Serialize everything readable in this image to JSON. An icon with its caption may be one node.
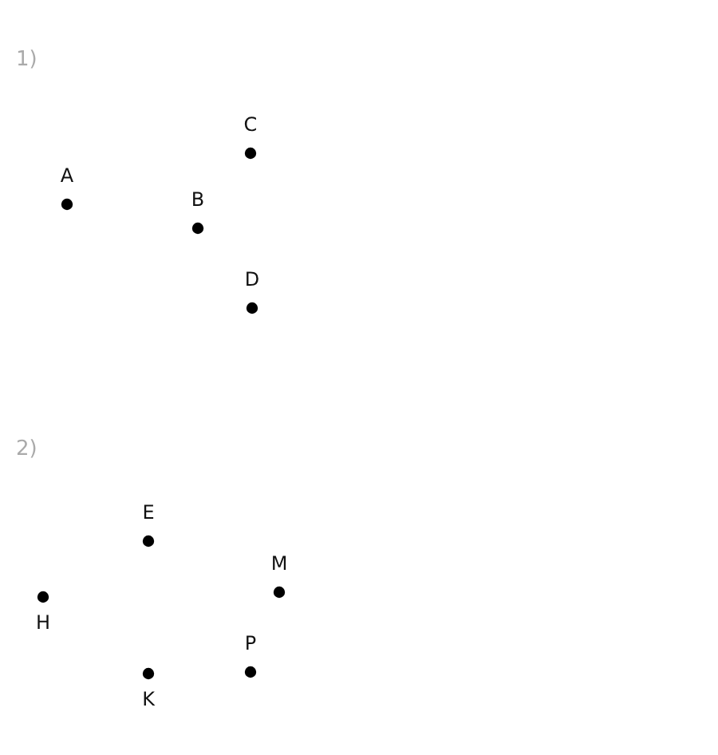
{
  "diagram": {
    "nodes": [
      {
        "text": [
          "A"
        ]
      },
      {
        "text": [
          "B"
        ]
      },
      {
        "text": [
          "C"
        ]
      },
      {
        "text": [
          "D"
        ]
      },
      {
        "text": [
          "E"
        ]
      },
      {
        "text": [
          "M"
        ]
      },
      {
        "text": [
          "H"
        ]
      },
      {
        "text": [
          "P"
        ]
      },
      {
        "text": [
          "K"
        ]
      }
    ],
    "labels": [
      "1)",
      "2)"
    ]
  }
}
